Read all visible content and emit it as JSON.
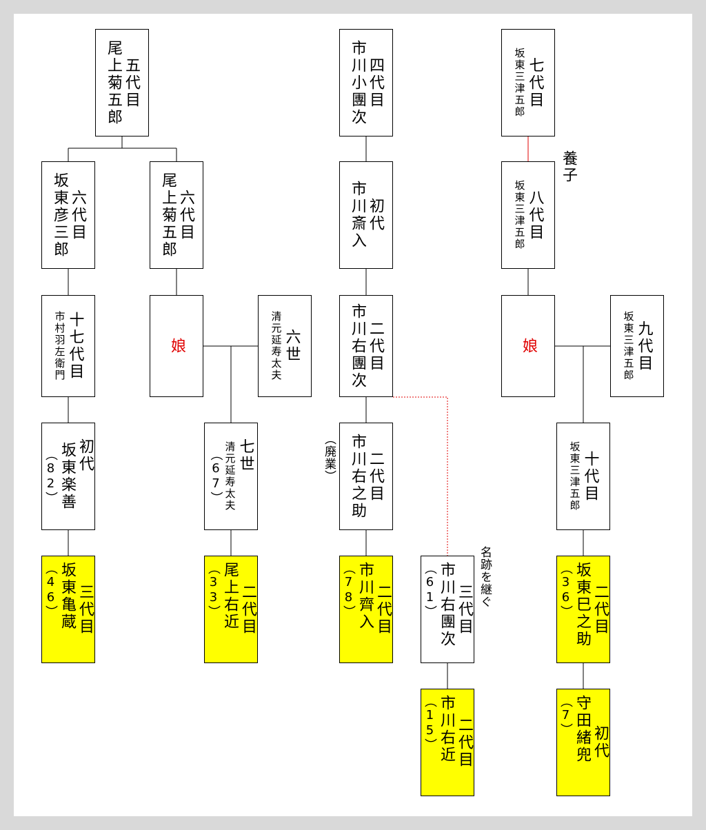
{
  "nodes": [
    {
      "id": "n1",
      "cols": [
        "五代目",
        "尾上菊五郎"
      ]
    },
    {
      "id": "n2",
      "cols": [
        "四代目",
        "市川小團次"
      ]
    },
    {
      "id": "n3",
      "cols": [
        "七代目",
        "坂東三津五郎"
      ]
    },
    {
      "id": "n4",
      "cols": [
        "六代目",
        "坂東彦三郎"
      ]
    },
    {
      "id": "n5",
      "cols": [
        "六代目",
        "尾上菊五郎"
      ]
    },
    {
      "id": "n6",
      "cols": [
        "初代",
        "市川斎入"
      ]
    },
    {
      "id": "n7",
      "cols": [
        "八代目",
        "坂東三津五郎"
      ]
    },
    {
      "id": "n8",
      "cols": [
        "十七代目",
        "市村羽左衛門"
      ]
    },
    {
      "id": "n9",
      "cols": [
        "娘"
      ]
    },
    {
      "id": "n10",
      "cols": [
        "六世",
        "清元延寿太夫"
      ]
    },
    {
      "id": "n11",
      "cols": [
        "二代目",
        "市川右團次"
      ]
    },
    {
      "id": "n12",
      "cols": [
        "娘"
      ]
    },
    {
      "id": "n13",
      "cols": [
        "九代目",
        "坂東三津五郎"
      ]
    },
    {
      "id": "n14",
      "cols": [
        "初代",
        "坂東楽善",
        "（82）"
      ]
    },
    {
      "id": "n15",
      "cols": [
        "七世",
        "清元延寿太夫",
        "（67）"
      ]
    },
    {
      "id": "n16",
      "cols": [
        "二代目",
        "市川右之助"
      ]
    },
    {
      "id": "n17",
      "cols": [
        "十代目",
        "坂東三津五郎"
      ]
    },
    {
      "id": "n18",
      "cols": [
        "三代目",
        "坂東亀蔵",
        "（46）"
      ]
    },
    {
      "id": "n19",
      "cols": [
        "二代目",
        "尾上右近",
        "（33）"
      ]
    },
    {
      "id": "n20",
      "cols": [
        "二代目",
        "市川齊入",
        "（78）"
      ]
    },
    {
      "id": "n21",
      "cols": [
        "三代目",
        "市川右團次",
        "（61）"
      ]
    },
    {
      "id": "n22",
      "cols": [
        "二代目",
        "坂東巳之助",
        "（36）"
      ]
    },
    {
      "id": "n23",
      "cols": [
        "二代目",
        "市川右近",
        "（15）"
      ]
    },
    {
      "id": "n24",
      "cols": [
        "初代",
        "守田緒兜",
        "（7）"
      ]
    }
  ],
  "annotations": {
    "adoption": "養子",
    "retired": "（廃業）",
    "name_succession": "名跡を継ぐ"
  },
  "colors": {
    "highlight": "#ffff00",
    "red_text": "#e00000",
    "adoption_line": "#e00000",
    "succession_line": "#e00000",
    "line": "#000000"
  }
}
